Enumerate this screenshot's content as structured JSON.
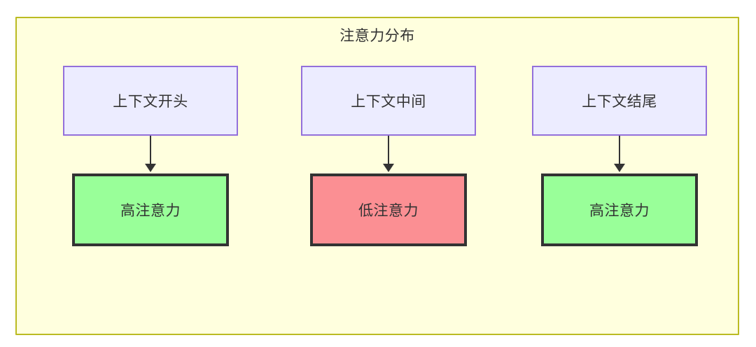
{
  "diagram": {
    "title": "注意力分布",
    "colors": {
      "container_fill": "#ffffde",
      "container_border": "#bbbb22",
      "top_node_fill": "#ececff",
      "top_node_border": "#9370db",
      "high_attention_fill": "#99ff99",
      "low_attention_fill": "#fb8f93",
      "node_border": "#333333",
      "edge": "#333333",
      "text": "#333333"
    },
    "columns": [
      {
        "source": {
          "label": "上下文开头"
        },
        "target": {
          "label": "高注意力",
          "state": "high"
        }
      },
      {
        "source": {
          "label": "上下文中间"
        },
        "target": {
          "label": "低注意力",
          "state": "low"
        }
      },
      {
        "source": {
          "label": "上下文结尾"
        },
        "target": {
          "label": "高注意力",
          "state": "high"
        }
      }
    ]
  }
}
